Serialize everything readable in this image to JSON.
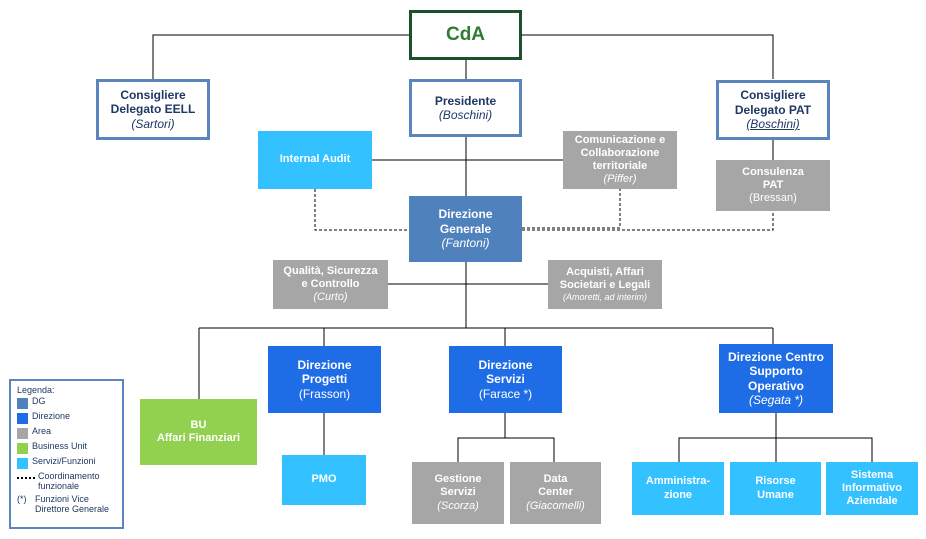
{
  "org_chart": {
    "cda": "CdA",
    "consigliere_eell": {
      "line1": "Consigliere",
      "line2": "Delegato EELL",
      "name": "(Sartori)"
    },
    "presidente": {
      "title": "Presidente",
      "name": "(Boschini)"
    },
    "consigliere_pat": {
      "line1": "Consigliere",
      "line2": "Delegato PAT",
      "name": "(Boschini)"
    },
    "internal_audit": {
      "title": "Internal Audit"
    },
    "comunicazione": {
      "line1": "Comunicazione e",
      "line2": "Collaborazione",
      "line3": "territoriale",
      "name": "(Piffer)"
    },
    "consulenza_pat": {
      "line1": "Consulenza",
      "line2": "PAT",
      "name": "(Bressan)"
    },
    "direzione_generale": {
      "line1": "Direzione",
      "line2": "Generale",
      "name": "(Fantoni)"
    },
    "qualita": {
      "line1": "Qualità, Sicurezza",
      "line2": "e Controllo",
      "name": "(Curto)"
    },
    "acquisti": {
      "line1": "Acquisti, Affari",
      "line2": "Societari e Legali",
      "name": "(Amoretti, ad interim)"
    },
    "bu_affari": {
      "line1": "BU",
      "line2": "Affari Finanziari"
    },
    "direzione_progetti": {
      "line1": "Direzione",
      "line2": "Progetti",
      "name": "(Frasson)"
    },
    "pmo": {
      "title": "PMO"
    },
    "direzione_servizi": {
      "line1": "Direzione",
      "line2": "Servizi",
      "name": "(Farace *)"
    },
    "gestione_servizi": {
      "line1": "Gestione",
      "line2": "Servizi",
      "name": "(Scorza)"
    },
    "data_center": {
      "line1": "Data",
      "line2": "Center",
      "name": "(Giacomelli)"
    },
    "direzione_centro": {
      "line1": "Direzione Centro",
      "line2": "Supporto",
      "line3": "Operativo",
      "name": "(Segata *)"
    },
    "amministrazione": {
      "line1": "Amministra-",
      "line2": "zione"
    },
    "risorse_umane": {
      "line1": "Risorse",
      "line2": "Umane"
    },
    "sistema_informativo": {
      "line1": "Sistema",
      "line2": "Informativo",
      "line3": "Aziendale"
    }
  },
  "legend": {
    "title": "Legenda:",
    "items": [
      {
        "label": "DG",
        "color": "#4f81bd"
      },
      {
        "label": "Direzione",
        "color": "#1f6de6"
      },
      {
        "label": "Area",
        "color": "#a6a6a6"
      },
      {
        "label": "Business Unit",
        "color": "#92d050"
      },
      {
        "label": "Servizi/Funzioni",
        "color": "#33c2ff"
      }
    ],
    "dotted_label": "Coordinamento funzionale",
    "asterisk_mark": "(*)",
    "asterisk_label": "Funzioni Vice Direttore Generale"
  }
}
